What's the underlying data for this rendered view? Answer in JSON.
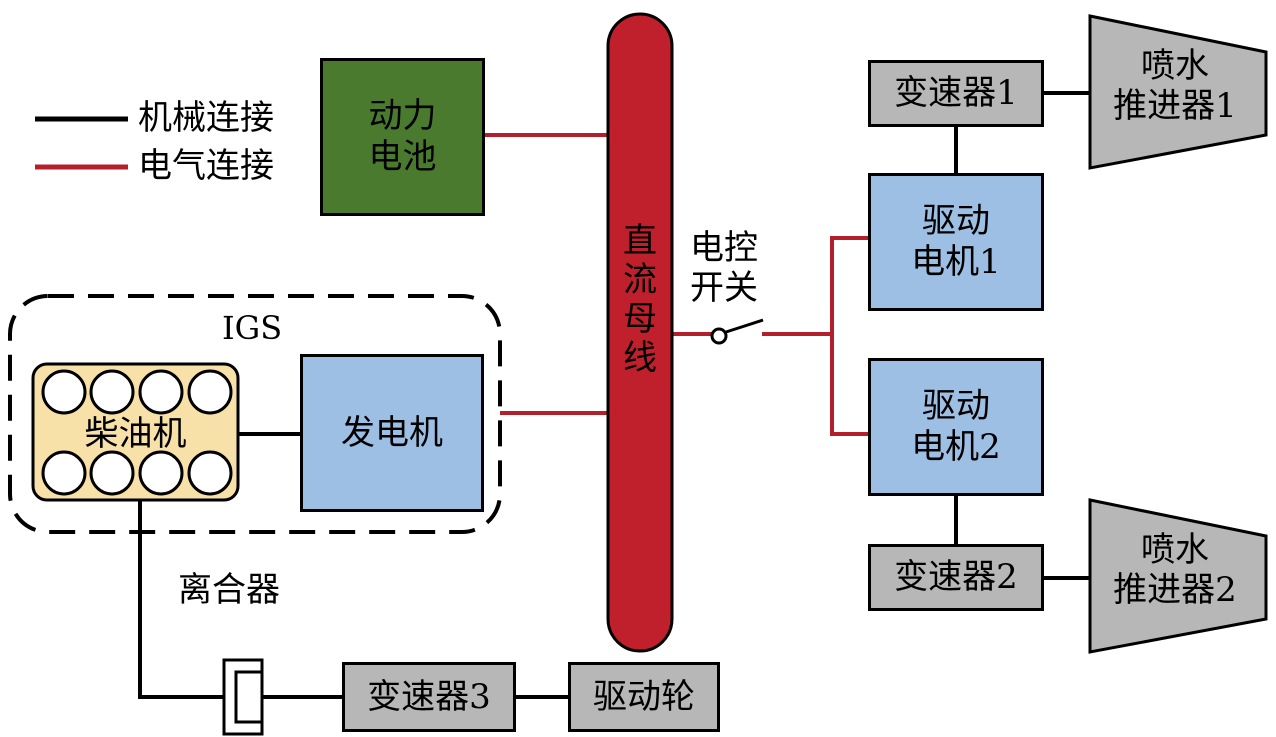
{
  "legend": {
    "mechanical": "机械连接",
    "electrical": "电气连接"
  },
  "colors": {
    "mechanical_line": "#000000",
    "electrical_line": "#b3202b",
    "battery_fill": "#4a7a2e",
    "motor_fill": "#9dbfe3",
    "gearbox_fill": "#b7b7b7",
    "engine_fill": "#f8e1a8",
    "bus_fill": "#c0202b"
  },
  "nodes": {
    "battery": "动力\n电池",
    "bus": "直\n流\n母\n线",
    "igs_label": "IGS",
    "engine": "柴油机",
    "generator": "发电机",
    "switch": "电控\n开关",
    "motor1": "驱动\n电机1",
    "motor2": "驱动\n电机2",
    "gearbox1": "变速器1",
    "gearbox2": "变速器2",
    "gearbox3": "变速器3",
    "jet1": "喷水\n推进器1",
    "jet2": "喷水\n推进器2",
    "clutch": "离合器",
    "wheel": "驱动轮"
  }
}
